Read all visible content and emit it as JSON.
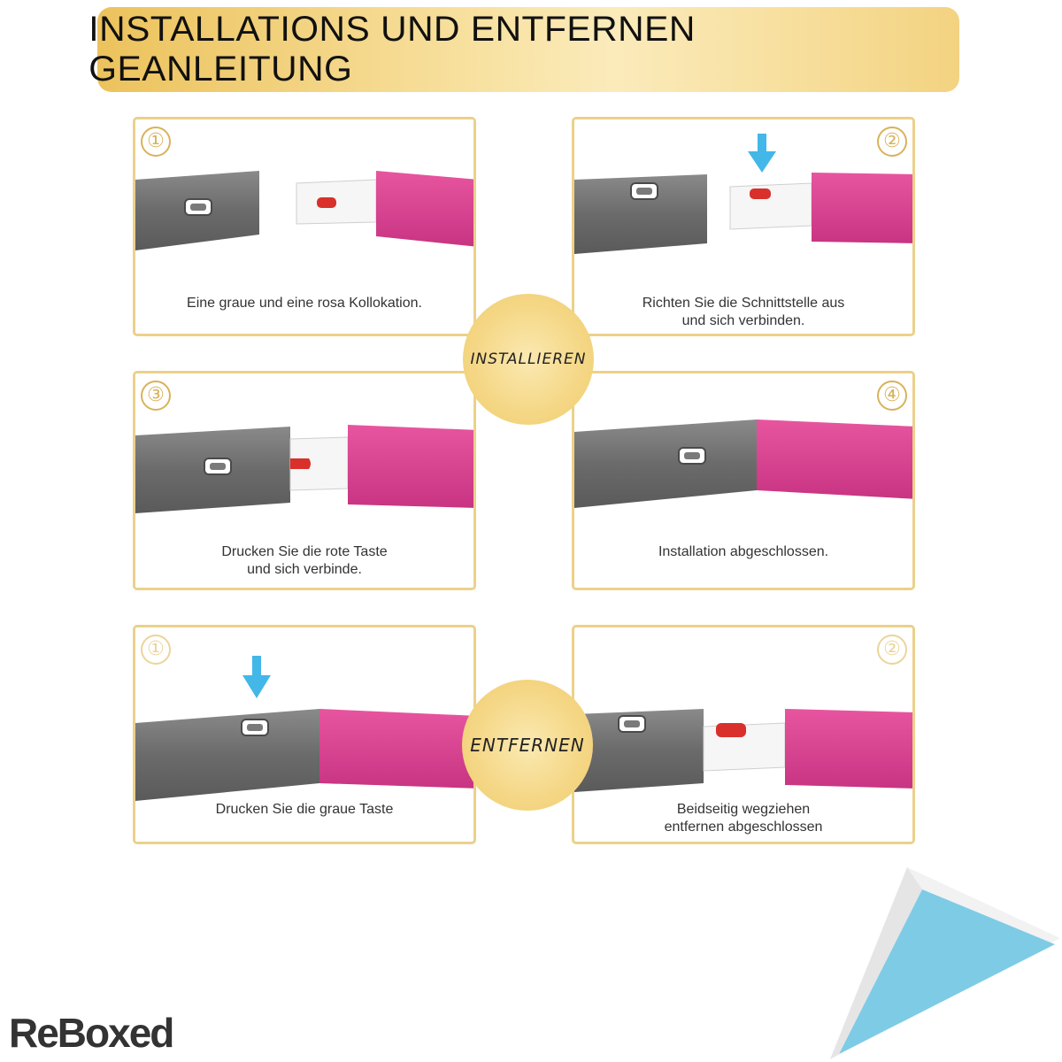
{
  "header": {
    "title": "INSTALLATIONS UND ENTFERNEN GEANLEITUNG"
  },
  "badges": {
    "install": "INSTALLIEREN",
    "remove": "ENTFERNEN"
  },
  "install_steps": [
    {
      "number": "①",
      "caption": [
        "Eine graue und eine rosa Kollokation."
      ]
    },
    {
      "number": "②",
      "caption": [
        "Richten Sie die Schnittstelle aus",
        "und sich verbinden."
      ]
    },
    {
      "number": "③",
      "caption": [
        "Drucken Sie die rote Taste",
        "und sich verbinde."
      ]
    },
    {
      "number": "④",
      "caption": [
        "Installation abgeschlossen."
      ]
    }
  ],
  "remove_steps": [
    {
      "number": "①",
      "caption": [
        "Drucken Sie die graue Taste"
      ]
    },
    {
      "number": "②",
      "caption": [
        "Beidseitig wegziehen",
        "entfernen abgeschlossen"
      ]
    }
  ],
  "brand": {
    "logo_text": "ReBoxed"
  },
  "icons": {
    "arrow": "down-arrow-icon",
    "button": "gray-button-icon",
    "red_button": "red-button-icon"
  },
  "colors": {
    "gold": "#ead18b",
    "gray_segment": "#6e6e6e",
    "pink_segment": "#d8408f",
    "arrow_blue": "#43b7e8",
    "red_button": "#d9302c"
  }
}
